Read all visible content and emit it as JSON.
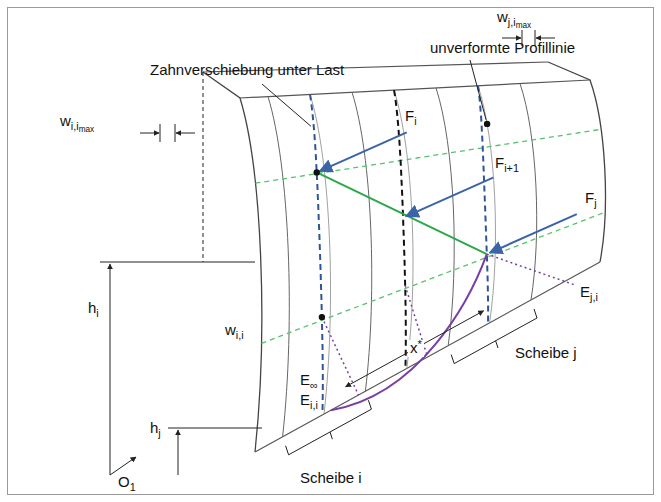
{
  "diagram": {
    "labels": [
      "Zahnverschiebung unter Last",
      "unverformte Profillinie",
      "wj,imax",
      "wi,imax",
      "Fi",
      "Fi+1",
      "Fj",
      "Ej,i",
      "hi",
      "wi,i",
      "E∞",
      "Ei,i",
      "x*",
      "Scheibe j",
      "hj",
      "O1",
      "Scheibe i"
    ]
  }
}
